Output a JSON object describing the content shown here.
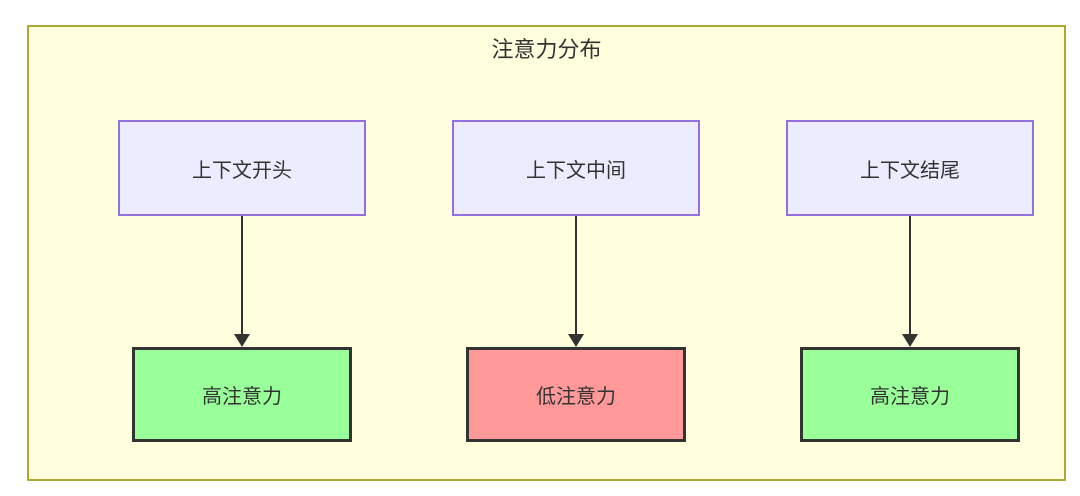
{
  "diagram": {
    "title": "注意力分布",
    "top_nodes": [
      {
        "id": "context-start",
        "label": "上下文开头"
      },
      {
        "id": "context-middle",
        "label": "上下文中间"
      },
      {
        "id": "context-end",
        "label": "上下文结尾"
      }
    ],
    "bottom_nodes": [
      {
        "id": "attention-high-1",
        "label": "高注意力",
        "status": "high"
      },
      {
        "id": "attention-low",
        "label": "低注意力",
        "status": "low"
      },
      {
        "id": "attention-high-2",
        "label": "高注意力",
        "status": "high"
      }
    ],
    "edges": [
      {
        "from": "context-start",
        "to": "attention-high-1"
      },
      {
        "from": "context-middle",
        "to": "attention-low"
      },
      {
        "from": "context-end",
        "to": "attention-high-2"
      }
    ],
    "colors": {
      "canvas_bg": "#ffffff",
      "container_bg": "#ffffde",
      "container_border": "#aaaa33",
      "context_node_bg": "#ececff",
      "context_node_border": "#9370db",
      "high_attention_bg": "#99ff99",
      "low_attention_bg": "#ff9999",
      "result_node_border": "#333333",
      "arrow": "#333333",
      "text": "#333333"
    }
  }
}
